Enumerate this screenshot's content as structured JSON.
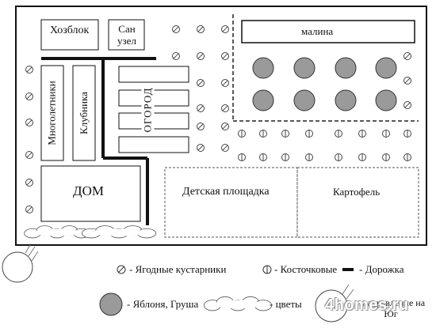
{
  "labels": {
    "outbuilding": "Хозблок",
    "wc": "Сан узел",
    "raspberry": "малина",
    "perennials": "Многолетники",
    "strawberry": "Клубника",
    "vegetable_garden": "ОГОРОД",
    "house": "ДОМ",
    "playground": "Детская площадка",
    "potatoes": "Картофель"
  },
  "legend": {
    "berry_bushes": "- Ягодные кустарники",
    "stone_fruit": "- Косточковые",
    "path": "- Дорожка",
    "apple_pear": "- Яблоня, Груша",
    "flowers": "- цветы",
    "south_direction": "- направление на Юг"
  },
  "watermark": "4homes.ru",
  "colors": {
    "line": "#111111",
    "tree_fill": "#9a9a9a",
    "dashed": "#222222"
  },
  "icons": {
    "berry_bush": "circle-slash-icon",
    "stone_fruit": "circle-vertical-bar-icon",
    "apple_pear": "filled-circle-icon",
    "flowers": "cloud-outline-icon",
    "south": "sun-icon"
  }
}
